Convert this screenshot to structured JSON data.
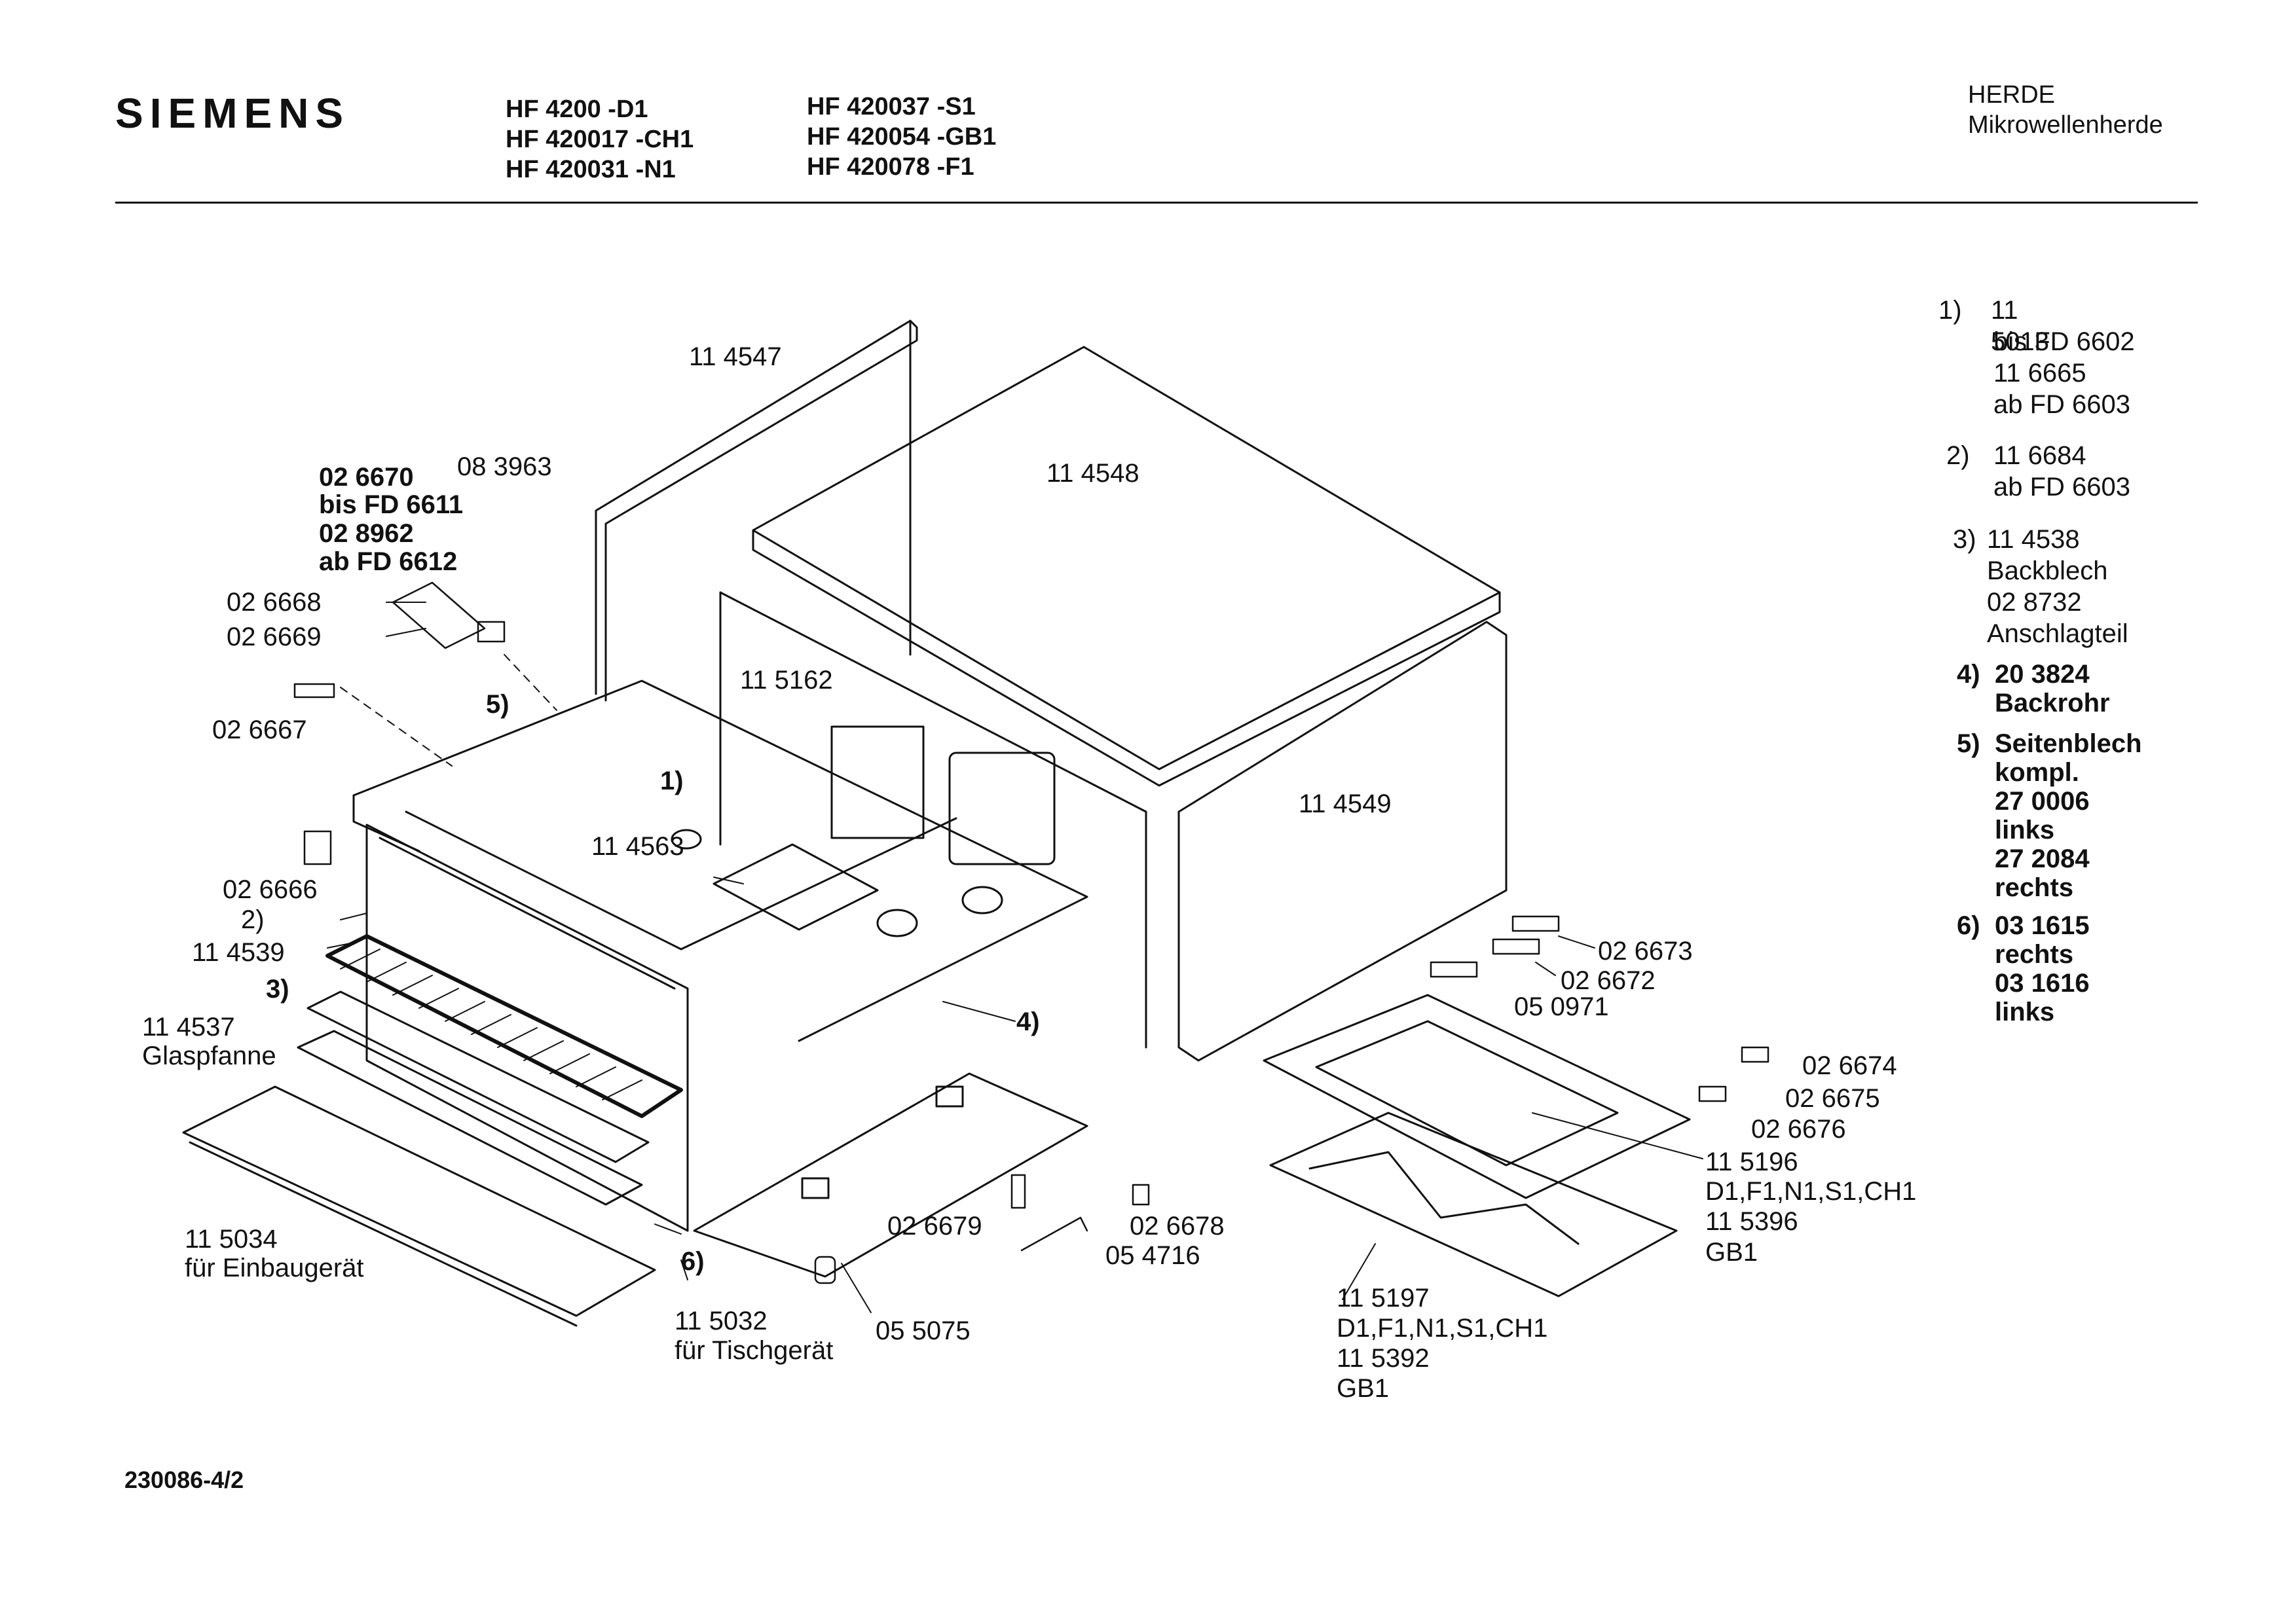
{
  "header": {
    "brand": "SIEMENS",
    "models_col1": [
      "HF 4200 -D1",
      "HF 420017 -CH1",
      "HF 420031 -N1"
    ],
    "models_col2": [
      "HF 420037 -S1",
      "HF 420054 -GB1",
      "HF 420078 -F1"
    ],
    "category": "HERDE",
    "subcategory": "Mikrowellenherde"
  },
  "labels": {
    "p114547": "11 4547",
    "p114548": "11 4548",
    "p114549": "11 4549",
    "p115162": "11 5162",
    "p026670": "02 6670",
    "bisFD6611": "bis FD 6611",
    "p028962": "02 8962",
    "abFD6612": "ab FD 6612",
    "p083963": "08 3963",
    "p026668": "02 6668",
    "p026669": "02 6669",
    "p026667": "02 6667",
    "ref5": "5)",
    "ref1": "1)",
    "p114563": "11 4563",
    "p026666": "02 6666",
    "ref2": "2)",
    "p114539": "11 4539",
    "ref3": "3)",
    "p114537": "11 4537",
    "glaspfanne": "Glaspfanne",
    "ref4": "4)",
    "p026673": "02 6673",
    "p026672": "02 6672",
    "p050971": "05 0971",
    "p026674": "02 6674",
    "p026675": "02 6675",
    "p026676": "02 6676",
    "p115196": "11 5196",
    "variants1": "D1,F1,N1,S1,CH1",
    "p115396": "11 5396",
    "gb1a": "GB1",
    "p115197": "11 5197",
    "variants2": "D1,F1,N1,S1,CH1",
    "p115392": "11 5392",
    "gb1b": "GB1",
    "p115034": "11 5034",
    "einbau": "für Einbaugerät",
    "ref6": "6)",
    "p115032": "11 5032",
    "tisch": "für Tischgerät",
    "p055075": "05 5075",
    "p026679": "02 6679",
    "p026678": "02 6678",
    "p054716": "05 4716"
  },
  "notes": {
    "n1_ref": "1)",
    "n1_l1": "11 5013",
    "n1_l2": "bis FD 6602",
    "n1_l3": "11 6665",
    "n1_l4": "ab FD 6603",
    "n2_ref": "2)",
    "n2_l1": "11 6684",
    "n2_l2": "ab FD 6603",
    "n3_ref": "3)",
    "n3_l1": "11 4538",
    "n3_l2": "Backblech",
    "n3_l3": "02 8732",
    "n3_l4": "Anschlagteil",
    "n4_ref": "4)",
    "n4_l1": "20 3824",
    "n4_l2": "Backrohr",
    "n5_ref": "5)",
    "n5_l1": "Seitenblech",
    "n5_l2": "kompl.",
    "n5_l3": "27 0006",
    "n5_l4": "links",
    "n5_l5": "27 2084",
    "n5_l6": "rechts",
    "n6_ref": "6)",
    "n6_l1": "03 1615",
    "n6_l2": "rechts",
    "n6_l3": "03 1616",
    "n6_l4": "links"
  },
  "footer": {
    "doc_number": "230086-4/2"
  }
}
